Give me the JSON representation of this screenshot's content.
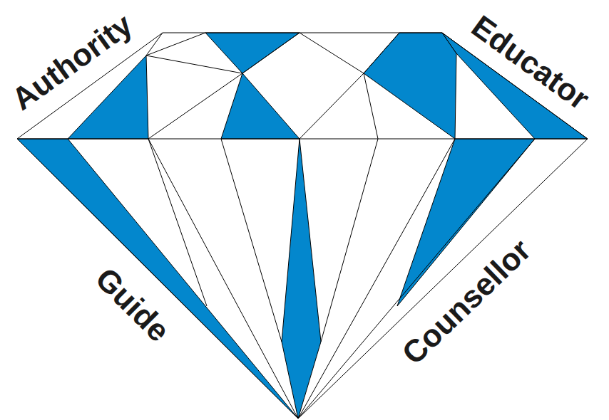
{
  "diagram": {
    "labels": [
      "Authority",
      "Educator",
      "Guide",
      "Counsellor"
    ]
  }
}
